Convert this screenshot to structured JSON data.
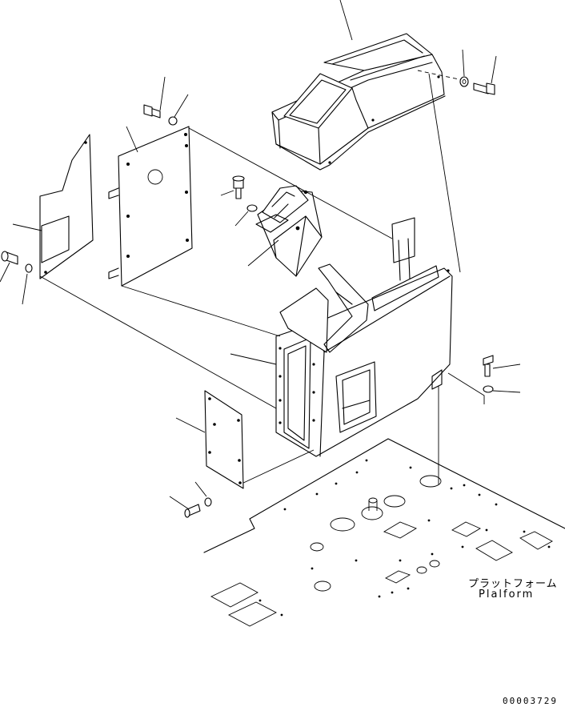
{
  "diagram": {
    "platform_label_jp": "プラットフォーム",
    "platform_label_en": "Plalform",
    "drawing_number": "00003729"
  },
  "colors": {
    "line": "#000000",
    "background": "#ffffff"
  }
}
